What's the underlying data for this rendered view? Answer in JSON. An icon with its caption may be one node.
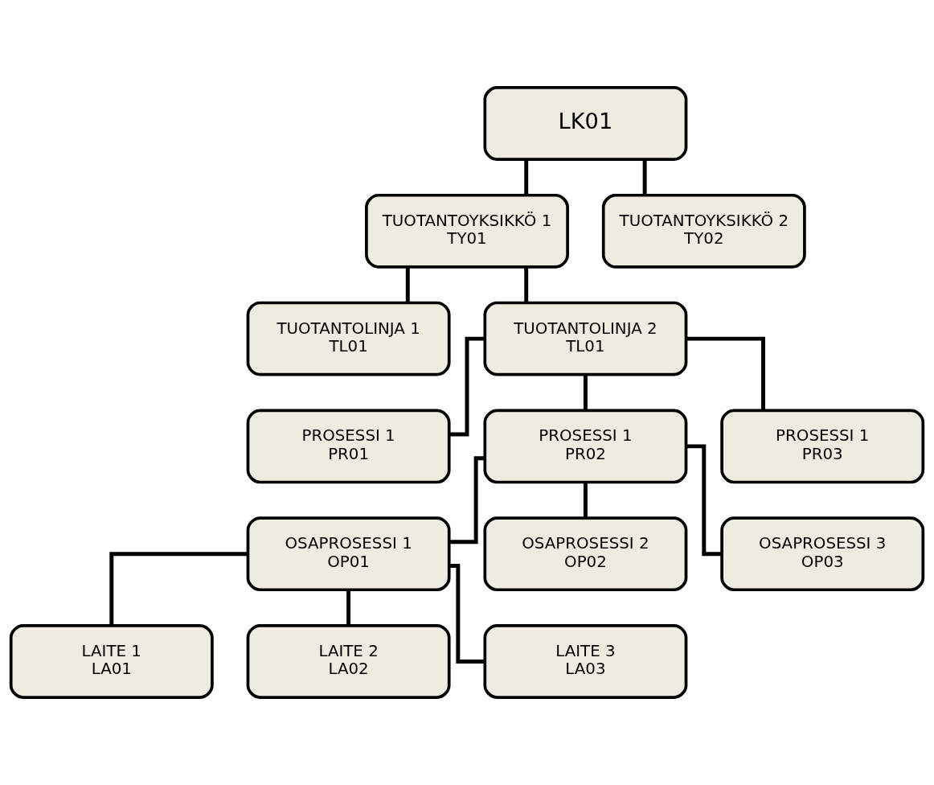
{
  "diagram": {
    "nodes": [
      {
        "text": [
          "LK01"
        ]
      },
      {
        "text": [
          "TUOTANTOYKSIKKÖ 1",
          "TY01"
        ]
      },
      {
        "text": [
          "TUOTANTOYKSIKKÖ 2",
          "TY02"
        ]
      },
      {
        "text": [
          "TUOTANTOLINJA 1",
          "TL01"
        ]
      },
      {
        "text": [
          "TUOTANTOLINJA 2",
          "TL01"
        ]
      },
      {
        "text": [
          "PROSESSI 1",
          "PR01"
        ]
      },
      {
        "text": [
          "PROSESSI 1",
          "PR02"
        ]
      },
      {
        "text": [
          "PROSESSI 1",
          "PR03"
        ]
      },
      {
        "text": [
          "OSAPROSESSI 1",
          "OP01"
        ]
      },
      {
        "text": [
          "OSAPROSESSI 2",
          "OP02"
        ]
      },
      {
        "text": [
          "OSAPROSESSI 3",
          "OP03"
        ]
      },
      {
        "text": [
          "LAITE 1",
          "LA01"
        ]
      },
      {
        "text": [
          "LAITE 2",
          "LA02"
        ]
      },
      {
        "text": [
          "LAITE 3",
          "LA03"
        ]
      }
    ],
    "edges": [
      {
        "from": 0,
        "to": 1,
        "arrow": "none"
      },
      {
        "from": 0,
        "to": 2,
        "arrow": "none"
      },
      {
        "from": 1,
        "to": 3,
        "arrow": "none"
      },
      {
        "from": 1,
        "to": 4,
        "arrow": "none"
      },
      {
        "from": 4,
        "to": 5,
        "arrow": "none"
      },
      {
        "from": 4,
        "to": 6,
        "arrow": "none"
      },
      {
        "from": 4,
        "to": 7,
        "arrow": "none"
      },
      {
        "from": 6,
        "to": 8,
        "arrow": "none"
      },
      {
        "from": 6,
        "to": 9,
        "arrow": "none"
      },
      {
        "from": 6,
        "to": 10,
        "arrow": "none"
      },
      {
        "from": 8,
        "to": 11,
        "arrow": "none"
      },
      {
        "from": 8,
        "to": 12,
        "arrow": "none"
      },
      {
        "from": 8,
        "to": 13,
        "arrow": "none"
      }
    ]
  }
}
